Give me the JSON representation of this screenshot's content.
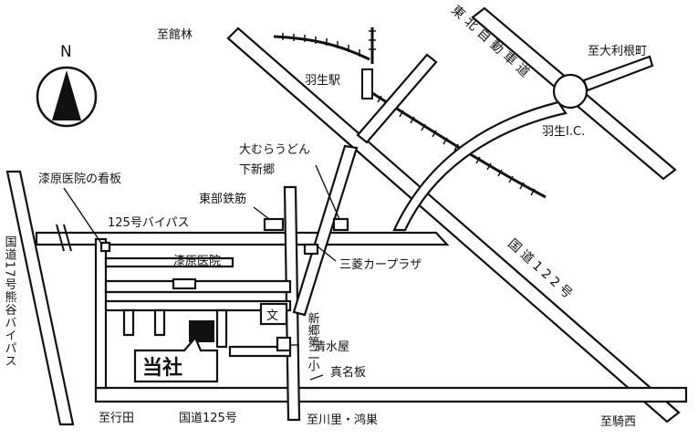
{
  "compass": {
    "north_label": "N"
  },
  "destinations": {
    "tatebayashi": "至館林",
    "oura": "至大利根町",
    "gyoda": "至行田",
    "kawasato": "至川里・鸿巣",
    "kisai": "至騎西"
  },
  "roads": {
    "tohoku_expressway": "東北自動車道",
    "hanyu_ic": "羽生I.C.",
    "route125": "国道125号",
    "route125_bypass": "125号バイパス",
    "route17_bypass": "国道17号熊谷バイパス",
    "route122": "国道122号"
  },
  "stations": {
    "hanyu": "羽生駅"
  },
  "landmarks": {
    "omura_udon": "大むらうどん",
    "shimoshingo": "下新郷",
    "tobu_tekkin": "東部鉄筋",
    "urushibara_sign": "漆原医院の看板",
    "urushibara_clinic": "漆原医院",
    "mitsubishi_car_plaza": "三菱カープラザ",
    "school_symbol": "文",
    "shingo_daini": "新郷第二小",
    "shimizuya": "清水屋",
    "managita": "真名板"
  },
  "company": {
    "label": "当社"
  },
  "colors": {
    "ink": "#111111",
    "paper": "#ffffff"
  }
}
